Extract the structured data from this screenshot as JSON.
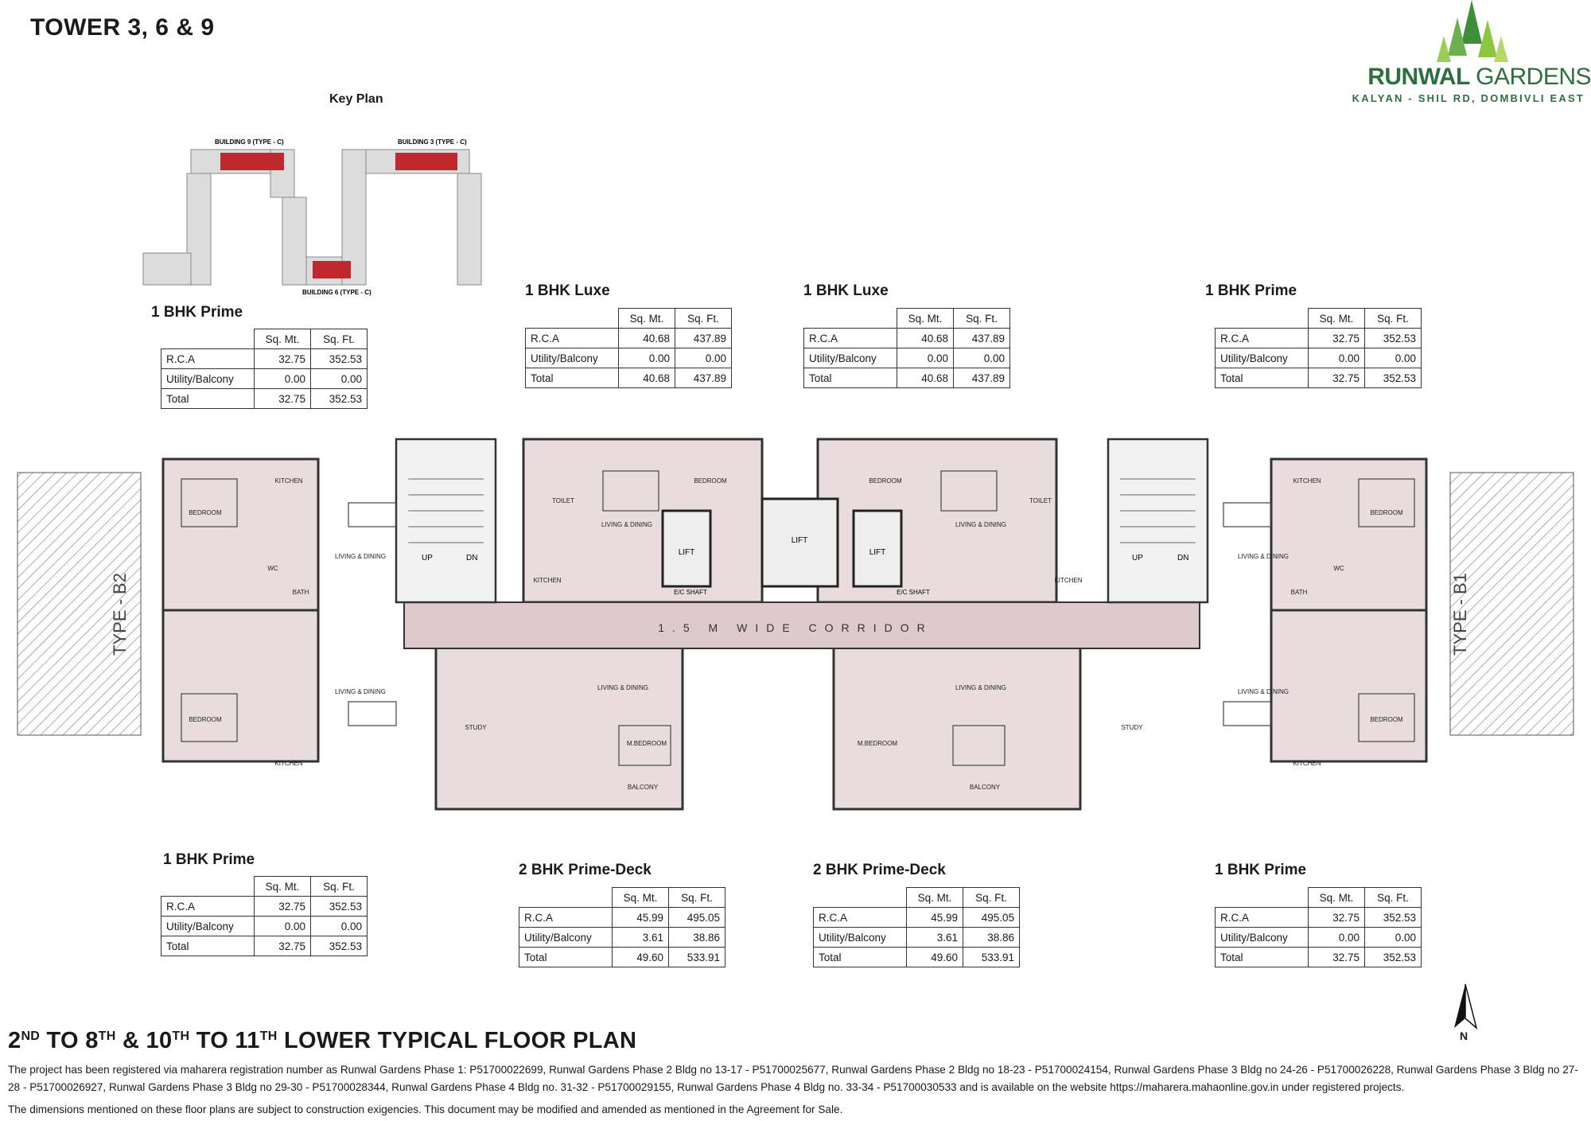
{
  "header": {
    "title": "TOWER 3, 6 & 9"
  },
  "brand": {
    "name_bold": "RUNWAL",
    "name_light": "GARDENS",
    "location": "KALYAN - SHIL RD, DOMBIVLI EAST",
    "color": "#2e6f3e"
  },
  "key_plan": {
    "title": "Key Plan",
    "labels": [
      "BUILDING 9 (TYPE - C)",
      "BUILDING 3 (TYPE - C)",
      "BUILDING 6 (TYPE - C)"
    ]
  },
  "table_headers": [
    "Sq. Mt.",
    "Sq. Ft."
  ],
  "units": [
    {
      "name": "1 BHK Prime",
      "rows": [
        [
          "R.C.A",
          "32.75",
          "352.53"
        ],
        [
          "Utility/Balcony",
          "0.00",
          "0.00"
        ],
        [
          "Total",
          "32.75",
          "352.53"
        ]
      ]
    },
    {
      "name": "1 BHK Luxe",
      "rows": [
        [
          "R.C.A",
          "40.68",
          "437.89"
        ],
        [
          "Utility/Balcony",
          "0.00",
          "0.00"
        ],
        [
          "Total",
          "40.68",
          "437.89"
        ]
      ]
    },
    {
      "name": "1 BHK Luxe",
      "rows": [
        [
          "R.C.A",
          "40.68",
          "437.89"
        ],
        [
          "Utility/Balcony",
          "0.00",
          "0.00"
        ],
        [
          "Total",
          "40.68",
          "437.89"
        ]
      ]
    },
    {
      "name": "1 BHK Prime",
      "rows": [
        [
          "R.C.A",
          "32.75",
          "352.53"
        ],
        [
          "Utility/Balcony",
          "0.00",
          "0.00"
        ],
        [
          "Total",
          "32.75",
          "352.53"
        ]
      ]
    },
    {
      "name": "1 BHK Prime",
      "rows": [
        [
          "R.C.A",
          "32.75",
          "352.53"
        ],
        [
          "Utility/Balcony",
          "0.00",
          "0.00"
        ],
        [
          "Total",
          "32.75",
          "352.53"
        ]
      ]
    },
    {
      "name": "2 BHK Prime-Deck",
      "rows": [
        [
          "R.C.A",
          "45.99",
          "495.05"
        ],
        [
          "Utility/Balcony",
          "3.61",
          "38.86"
        ],
        [
          "Total",
          "49.60",
          "533.91"
        ]
      ]
    },
    {
      "name": "2 BHK Prime-Deck",
      "rows": [
        [
          "R.C.A",
          "45.99",
          "495.05"
        ],
        [
          "Utility/Balcony",
          "3.61",
          "38.86"
        ],
        [
          "Total",
          "49.60",
          "533.91"
        ]
      ]
    },
    {
      "name": "1 BHK Prime",
      "rows": [
        [
          "R.C.A",
          "32.75",
          "352.53"
        ],
        [
          "Utility/Balcony",
          "0.00",
          "0.00"
        ],
        [
          "Total",
          "32.75",
          "352.53"
        ]
      ]
    }
  ],
  "plan_labels": {
    "corridor": "1.5 M WIDE CORRIDOR",
    "lift": "LIFT",
    "shaft": "E/C SHAFT",
    "up": "UP",
    "dn": "DN",
    "type_b2": "TYPE - B2",
    "type_b1": "TYPE - B1",
    "bedroom": "BEDROOM",
    "m_bedroom": "M.BEDROOM",
    "living": "LIVING & DINING",
    "kitchen": "KITCHEN",
    "toilet": "TOILET",
    "study": "STUDY",
    "balcony": "BALCONY",
    "bath": "BATH",
    "wc": "WC"
  },
  "floor_plan": {
    "title_parts": [
      "2",
      "ND",
      " TO 8",
      "TH",
      " & 10",
      "TH",
      " TO 11",
      "TH",
      " LOWER TYPICAL FLOOR PLAN"
    ]
  },
  "footer": {
    "registration": "The project has been registered via maharera registration number as Runwal Gardens Phase 1: P51700022699, Runwal Gardens Phase 2 Bldg no 13-17 - P51700025677, Runwal Gardens Phase 2 Bldg no 18-23 - P51700024154, Runwal Gardens Phase 3 Bldg no 24-26 - P51700026228, Runwal Gardens Phase 3 Bldg no 27-28 - P51700026927, Runwal Gardens Phase 3 Bldg no 29-30 - P51700028344, Runwal Gardens Phase 4 Bldg no. 31-32 - P51700029155, Runwal Gardens Phase 4 Bldg no. 33-34 - P51700030533 and is available on the website https://maharera.mahaonline.gov.in under registered projects.",
    "disclaimer": "The dimensions mentioned on these floor plans are subject to construction exigencies. This document may be modified and amended as mentioned in the Agreement for Sale."
  },
  "compass": {
    "label": "N"
  }
}
